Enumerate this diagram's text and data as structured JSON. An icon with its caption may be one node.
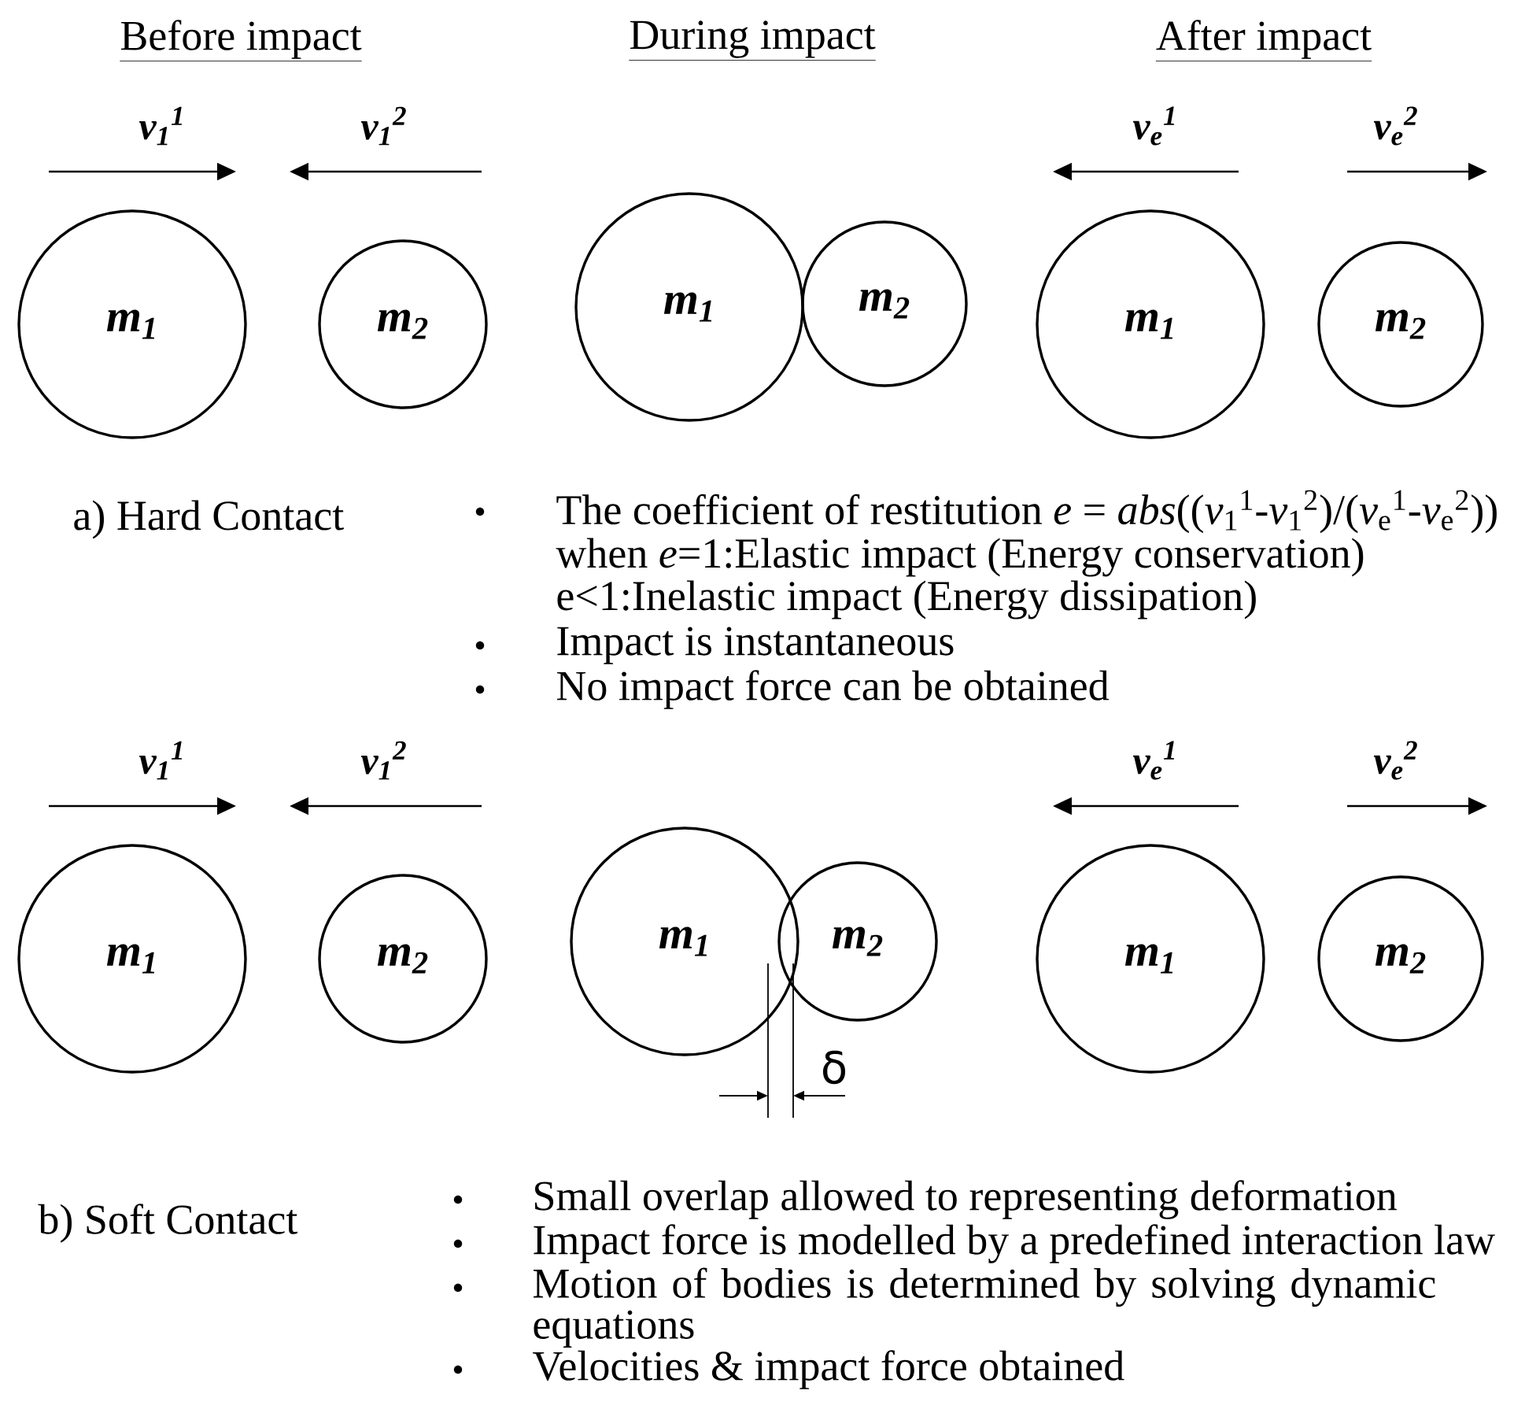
{
  "diagram": {
    "nodes": [
      {
        "text": [
          "m$_{1}$"
        ]
      },
      {
        "text": [
          "m$_{2}$"
        ]
      },
      {
        "text": [
          "m$_{1}$"
        ]
      },
      {
        "text": [
          "m$_{2}$"
        ]
      },
      {
        "text": [
          "m$_{1}$"
        ]
      },
      {
        "text": [
          "m$_{2}$"
        ]
      },
      {
        "text": [
          "m$_{1}$"
        ]
      },
      {
        "text": [
          "m$_{2}$"
        ]
      },
      {
        "text": [
          "m$_{1}$"
        ]
      },
      {
        "text": [
          "m$_{2}$"
        ]
      },
      {
        "text": [
          "m$_{1}$"
        ]
      },
      {
        "text": [
          "m$_{2}$"
        ]
      }
    ],
    "labels": [
      "Before impact",
      "During impact",
      "After impact",
      "v$_{1}$$^{1}$",
      "v$_{1}$$^{2}$",
      "v$_{e}$$^{1}$",
      "v$_{e}$$^{2}$",
      "a) Hard Contact",
      "The coefficient of restitution *e* = *abs*((*v*$_{1}$$^{1}$-*v*$_{1}$$^{2}$)/(*v*$_{e}$$^{1}$-*v*$_{e}$$^{2}$))",
      "when *e*=1:Elastic impact (Energy conservation)",
      "e<1:Inelastic impact (Energy dissipation)",
      "Impact is instantaneous",
      "No impact force can be obtained",
      "v$_{1}$$^{1}$",
      "v$_{1}$$^{2}$",
      "v$_{e}$$^{1}$",
      "v$_{e}$$^{2}$",
      "δ",
      "b) Soft Contact",
      "Small overlap allowed to representing deformation",
      "Impact force is modelled by a predefined interaction law",
      "Motion of bodies is determined by solving dynamic equations",
      "Velocities & impact force obtained"
    ]
  }
}
